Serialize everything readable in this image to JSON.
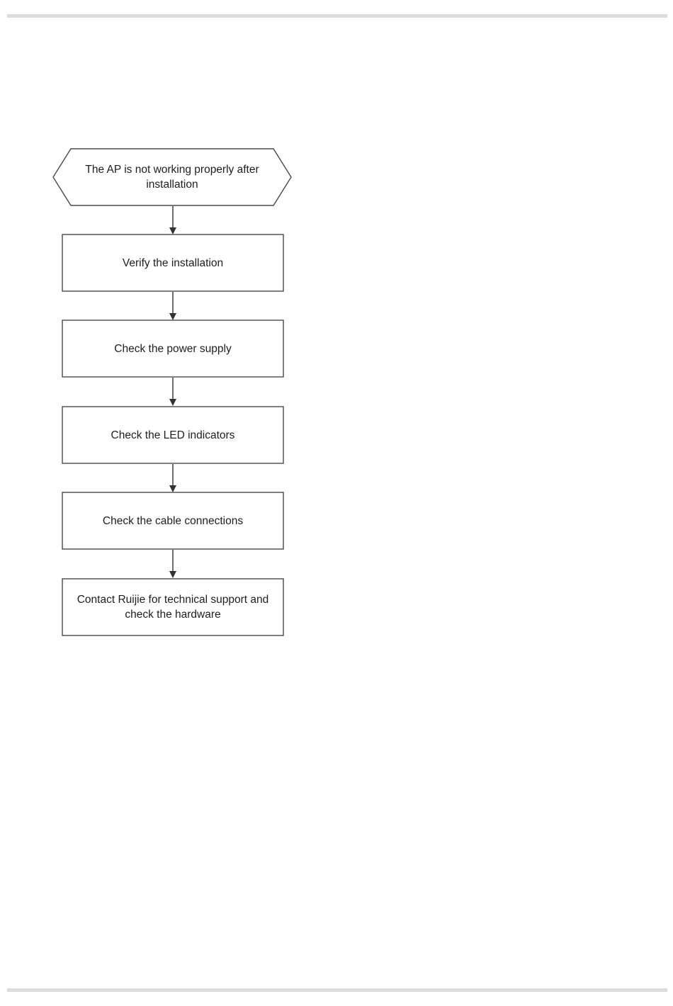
{
  "flowchart": {
    "start": {
      "line1": "The AP is not working properly after",
      "line2": "installation"
    },
    "steps": [
      {
        "line1": "Verify the installation",
        "line2": ""
      },
      {
        "line1": "Check the power supply",
        "line2": ""
      },
      {
        "line1": "Check the LED indicators",
        "line2": ""
      },
      {
        "line1": "Check the cable connections",
        "line2": ""
      },
      {
        "line1": "Contact Ruijie for technical support and",
        "line2": "check the hardware"
      }
    ]
  },
  "colors": {
    "border": "#4a4a4a",
    "rule": "#dcdcdc",
    "text": "#1e1e1e"
  }
}
